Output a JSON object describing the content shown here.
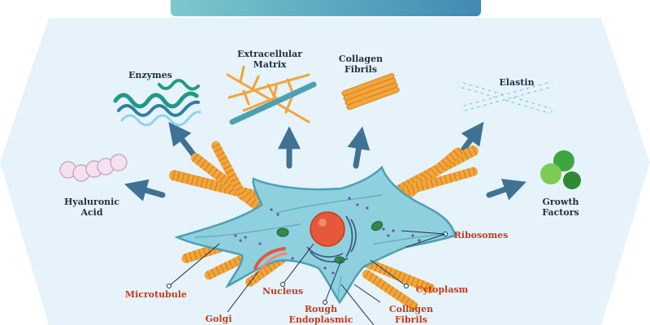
{
  "colors": {
    "background": "#e6f3fb",
    "banner": "#5fb7c5",
    "arrow": "#3f7293",
    "cell_fill": "#8fd0df",
    "cell_stroke": "#4d9fb4",
    "nucleus": "#e5583a",
    "fibril": "#f3a53a",
    "label_dark": "#1f2f44",
    "label_red": "#c73a1c"
  },
  "secreted_products": {
    "enzymes": {
      "label": "Enzymes",
      "icon": "enzyme-ribbons-icon"
    },
    "extracellular_matrix": {
      "line1": "Extracellular",
      "line2": "Matrix",
      "icon": "matrix-network-icon"
    },
    "collagen_fibrils": {
      "line1": "Collagen",
      "line2": "Fibrils",
      "icon": "collagen-bundle-icon"
    },
    "elastin": {
      "label": "Elastin",
      "icon": "elastin-fibers-icon"
    },
    "hyaluronic_acid": {
      "line1": "Hyaluronic",
      "line2": "Acid",
      "icon": "hyaluronic-chain-icon"
    },
    "growth_factors": {
      "line1": "Growth",
      "line2": "Factors",
      "icon": "growth-factor-blobs-icon"
    }
  },
  "cell_parts": {
    "ribosomes": "Ribosomes",
    "microtubule": "Microtubule",
    "nucleus": "Nucleus",
    "cytoplasm": "Cytoplasm",
    "golgi": "Golgi",
    "rough_er_line1": "Rough",
    "rough_er_line2": "Endoplasmic",
    "collagen_line1": "Collagen",
    "collagen_line2": "Fibrils"
  }
}
